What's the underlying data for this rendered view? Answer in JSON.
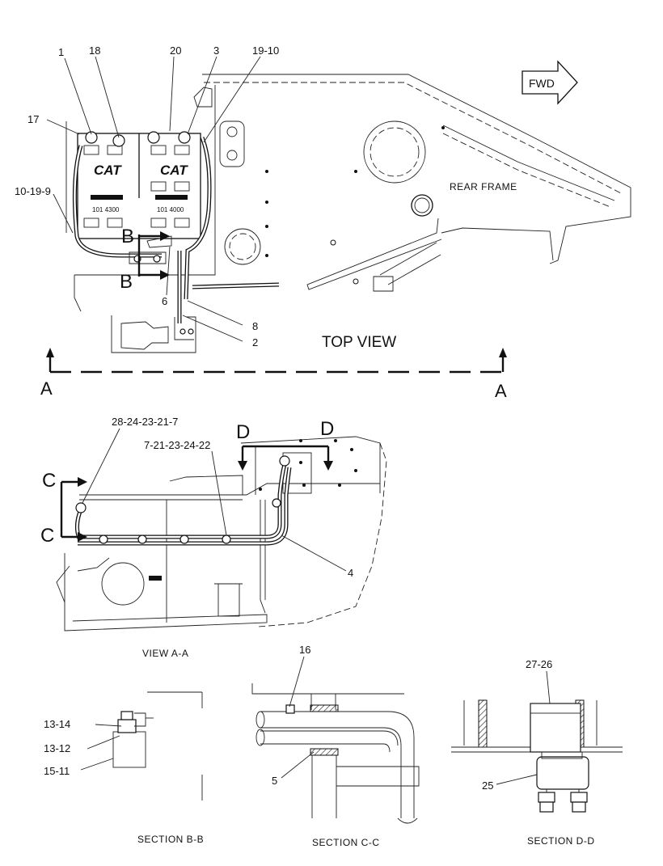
{
  "callouts": {
    "c1": "1",
    "c18": "18",
    "c20": "20",
    "c3": "3",
    "c19_10": "19-10",
    "c17": "17",
    "c10_19_9": "10-19-9",
    "c6": "6",
    "c8": "8",
    "c2": "2",
    "c28": "28-24-23-21-7",
    "c7_22": "7-21-23-24-22",
    "c4": "4",
    "c16": "16",
    "c13_14": "13-14",
    "c13_12": "13-12",
    "c15_11": "15-11",
    "c5": "5",
    "c27_26": "27-26",
    "c25": "25"
  },
  "section_markers": {
    "a_left": "A",
    "a_right": "A",
    "b_top": "B",
    "b_bottom": "B",
    "c_top": "C",
    "c_bottom": "C",
    "d_left": "D",
    "d_right": "D"
  },
  "labels": {
    "fwd": "FWD",
    "rear_frame": "REAR FRAME",
    "top_view": "TOP VIEW",
    "view_aa": "VIEW  A-A",
    "section_bb": "SECTION  B-B",
    "section_cc": "SECTION  C-C",
    "section_dd": "SECTION  D-D"
  },
  "panel": {
    "logo_left": "CAT",
    "logo_right": "CAT",
    "part_left": "101  4300",
    "part_right": "101  4000"
  }
}
